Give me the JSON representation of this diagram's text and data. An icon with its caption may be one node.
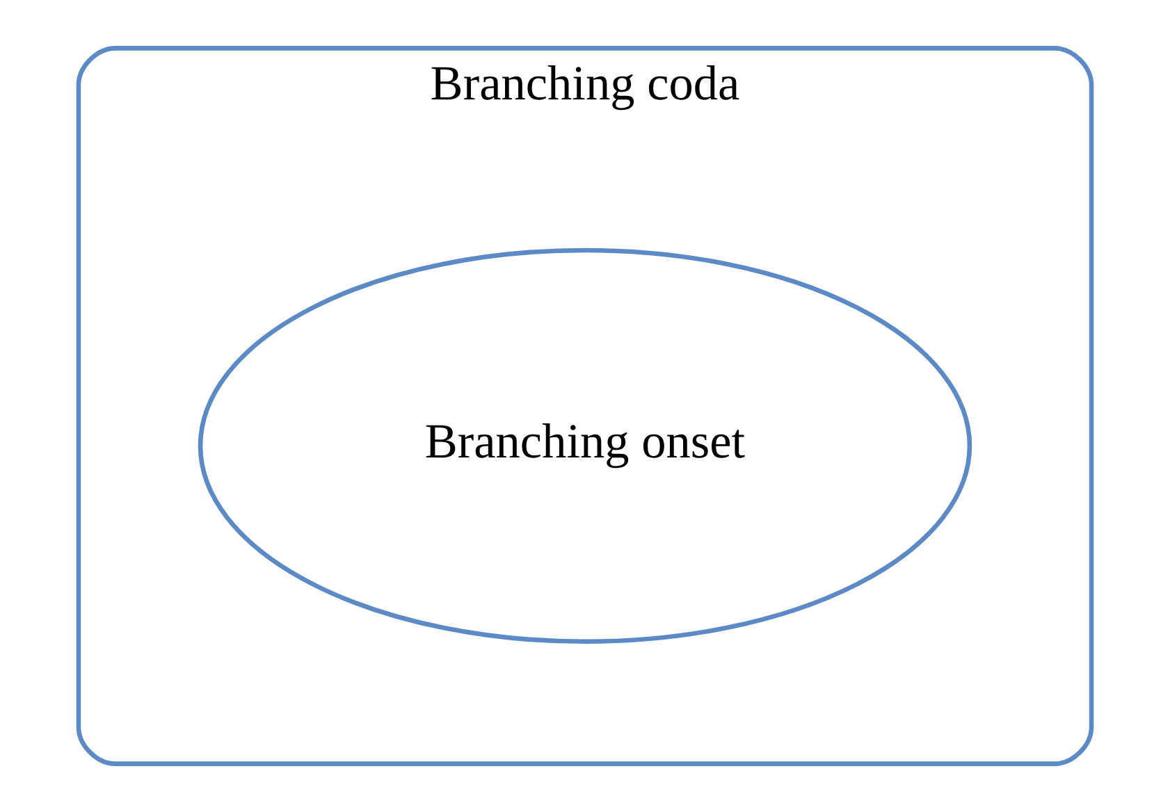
{
  "diagram": {
    "nodes": [
      {
        "text": [
          "Branching coda"
        ]
      },
      {
        "text": [
          "Branching onset"
        ],
        "in": 0
      }
    ]
  }
}
